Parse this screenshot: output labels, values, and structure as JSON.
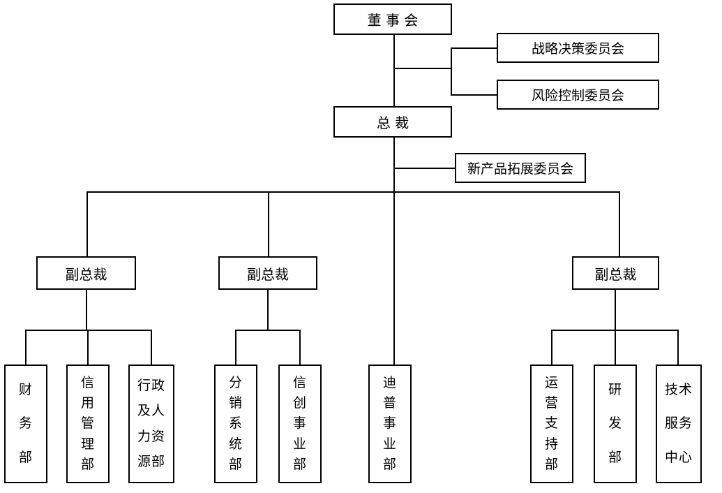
{
  "diagram": {
    "title_text": "",
    "line_color": "#000000",
    "box_border_color": "#000000",
    "background": "#ffffff"
  },
  "nodes": {
    "board": {
      "label": "董 事 会"
    },
    "strategy_committee": {
      "label": "战略决策委员会"
    },
    "risk_committee": {
      "label": "风险控制委员会"
    },
    "president": {
      "label": "总    裁"
    },
    "new_product_committee": {
      "label": "新产品拓展委员会"
    },
    "vp_left": {
      "label": "副总裁"
    },
    "vp_mid": {
      "label": "副总裁"
    },
    "vp_right": {
      "label": "副总裁"
    }
  },
  "departments": [
    {
      "id": "finance",
      "rows": [
        "财",
        "务",
        "部"
      ]
    },
    {
      "id": "credit-mgmt",
      "rows": [
        "信",
        "用",
        "管",
        "理",
        "部"
      ]
    },
    {
      "id": "admin-hr",
      "rows": [
        "行政",
        "及人",
        "力资",
        "源部"
      ]
    },
    {
      "id": "distribution",
      "rows": [
        "分",
        "销",
        "系",
        "统",
        "部"
      ]
    },
    {
      "id": "xinchuang",
      "rows": [
        "信",
        "创",
        "事",
        "业",
        "部"
      ]
    },
    {
      "id": "dptech",
      "rows": [
        "迪",
        "普",
        "事",
        "业",
        "部"
      ]
    },
    {
      "id": "ops-support",
      "rows": [
        "运",
        "营",
        "支",
        "持",
        "部"
      ]
    },
    {
      "id": "rnd",
      "rows": [
        "研",
        "发",
        "部"
      ]
    },
    {
      "id": "tech-service",
      "rows": [
        "技术",
        "服务",
        "中心"
      ]
    }
  ]
}
